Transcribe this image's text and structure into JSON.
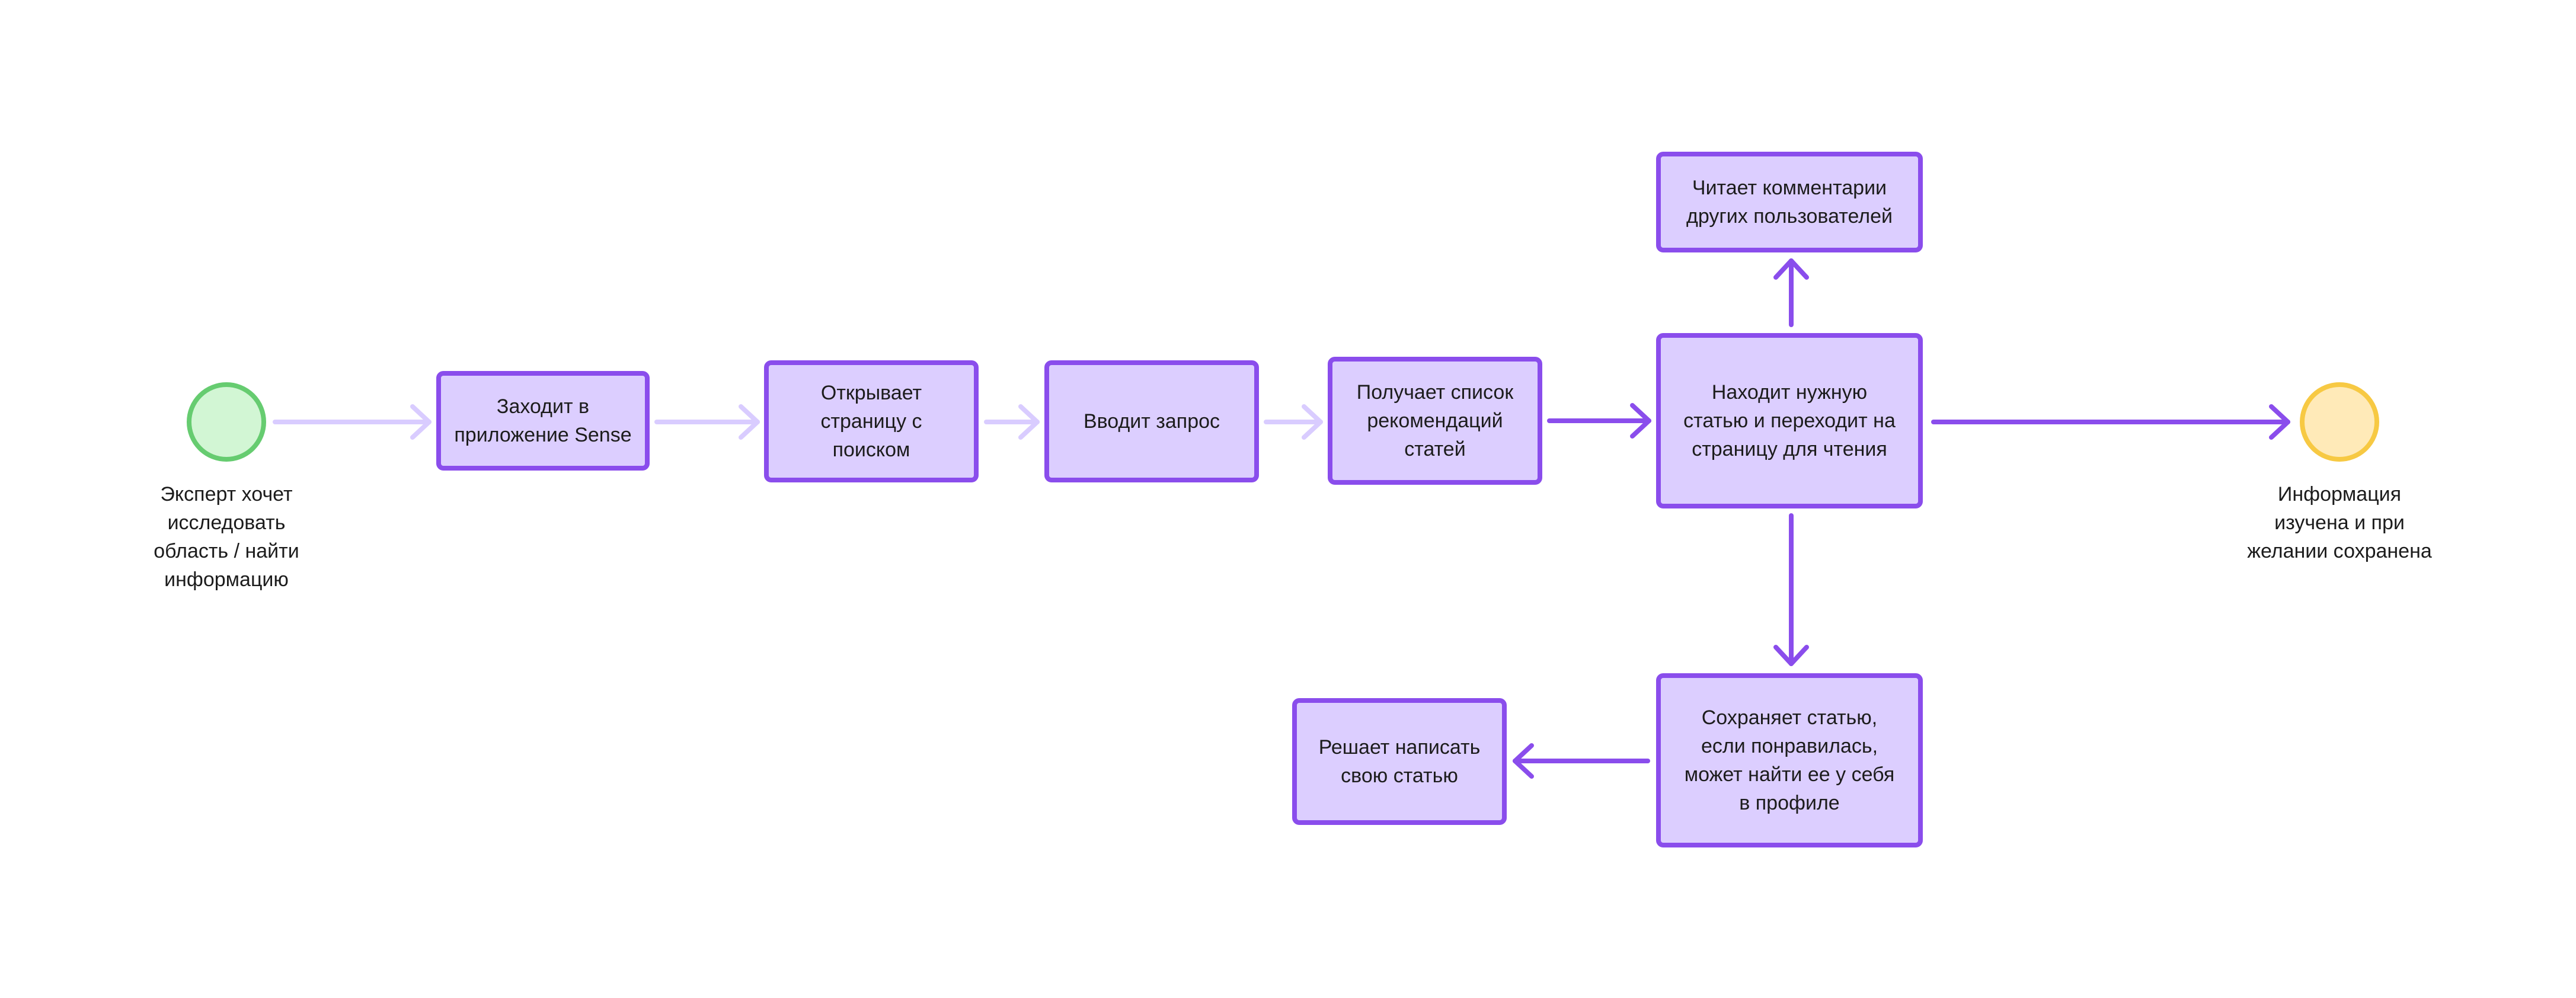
{
  "colors": {
    "node_fill": "#dcceff",
    "node_stroke": "#8a4dec",
    "edge_strong": "#8a4dec",
    "edge_faint": "#d9ccff",
    "start_fill": "#d2f6d4",
    "start_stroke": "#66cc70",
    "end_fill": "#ffeab8",
    "end_stroke": "#f7c943"
  },
  "start_event": {
    "label": "Эксперт хочет\nисследовать\nобласть / найти\nинформацию"
  },
  "end_event": {
    "label": "Информация\nизучена и при\nжелании сохранена"
  },
  "steps": {
    "enter_app": "Заходит в\nприложение Sense",
    "open_search": "Открывает\nстраницу с поиском",
    "enter_query": "Вводит запрос",
    "get_list": "Получает список\nрекомендаций\nстатей",
    "find_article": "Находит нужную\nстатью и переходит на\nстраницу для чтения",
    "read_comments": "Читает комментарии\nдругих пользователей",
    "save_article": "Сохраняет статью,\nесли понравилась,\nможет найти ее у себя\nв профиле",
    "write_article": "Решает написать\nсвою статью"
  },
  "edges": [
    {
      "from": "start_event",
      "to": "enter_app",
      "style": "faint"
    },
    {
      "from": "enter_app",
      "to": "open_search",
      "style": "faint"
    },
    {
      "from": "open_search",
      "to": "enter_query",
      "style": "faint"
    },
    {
      "from": "enter_query",
      "to": "get_list",
      "style": "faint"
    },
    {
      "from": "get_list",
      "to": "find_article",
      "style": "strong"
    },
    {
      "from": "find_article",
      "to": "read_comments",
      "style": "strong"
    },
    {
      "from": "find_article",
      "to": "end_event",
      "style": "strong"
    },
    {
      "from": "find_article",
      "to": "save_article",
      "style": "strong"
    },
    {
      "from": "save_article",
      "to": "write_article",
      "style": "strong"
    }
  ]
}
